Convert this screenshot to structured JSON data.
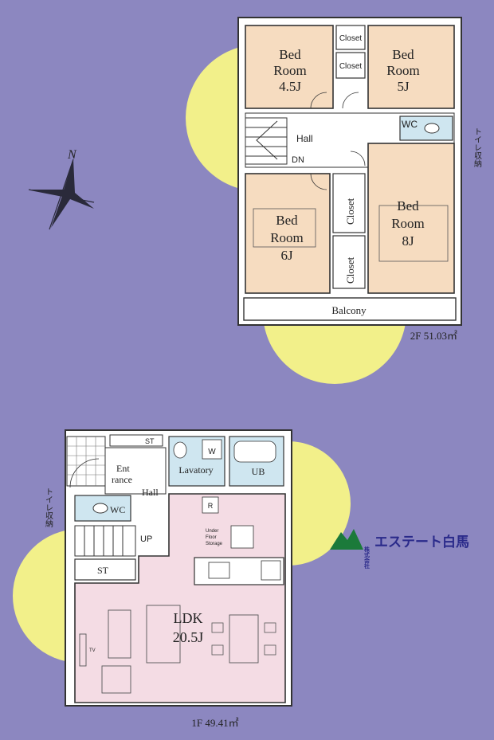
{
  "compass": {
    "label": "N"
  },
  "floor2": {
    "caption": "2F 51.03㎡",
    "rooms": {
      "bed45": [
        "Bed",
        "Room",
        "4.5J"
      ],
      "bed5": [
        "Bed",
        "Room",
        "5J"
      ],
      "bed6": [
        "Bed",
        "Room",
        "6J"
      ],
      "bed8": [
        "Bed",
        "Room",
        "8J"
      ]
    },
    "closet_top_left": "Closet",
    "closet_top_right": "Closet",
    "closet_mid": "Closet",
    "closet_low": "Closet",
    "hall": "Hall",
    "dn": "DN",
    "wc": "WC",
    "toilet_storage": "トイレ収納",
    "balcony": "Balcony"
  },
  "floor1": {
    "caption": "1F 49.41㎡",
    "st_top": "ST",
    "entrance": [
      "Ent",
      "rance"
    ],
    "hall": "Hall",
    "lavatory": "Lavatory",
    "w": "W",
    "ub": "UB",
    "wc": "WC",
    "toilet_storage": "トイレ収納",
    "up": "UP",
    "st": "ST",
    "r": "R",
    "under_floor": [
      "Under",
      "Floor",
      "Storage"
    ],
    "ldk": [
      "LDK",
      "20.5J"
    ],
    "tv": "TV"
  },
  "logo": {
    "prefix": "株式会社",
    "name": "エステート白馬",
    "accent_color": "#1b7a3a",
    "text_color": "#2a2a8a"
  },
  "colors": {
    "background": "#8c87c0",
    "sun": "#f2f08a",
    "bedroom": "#f6dcc0",
    "ldk": "#f4dce4",
    "wet": "#cfe6f0",
    "floor": "#ffffff"
  }
}
